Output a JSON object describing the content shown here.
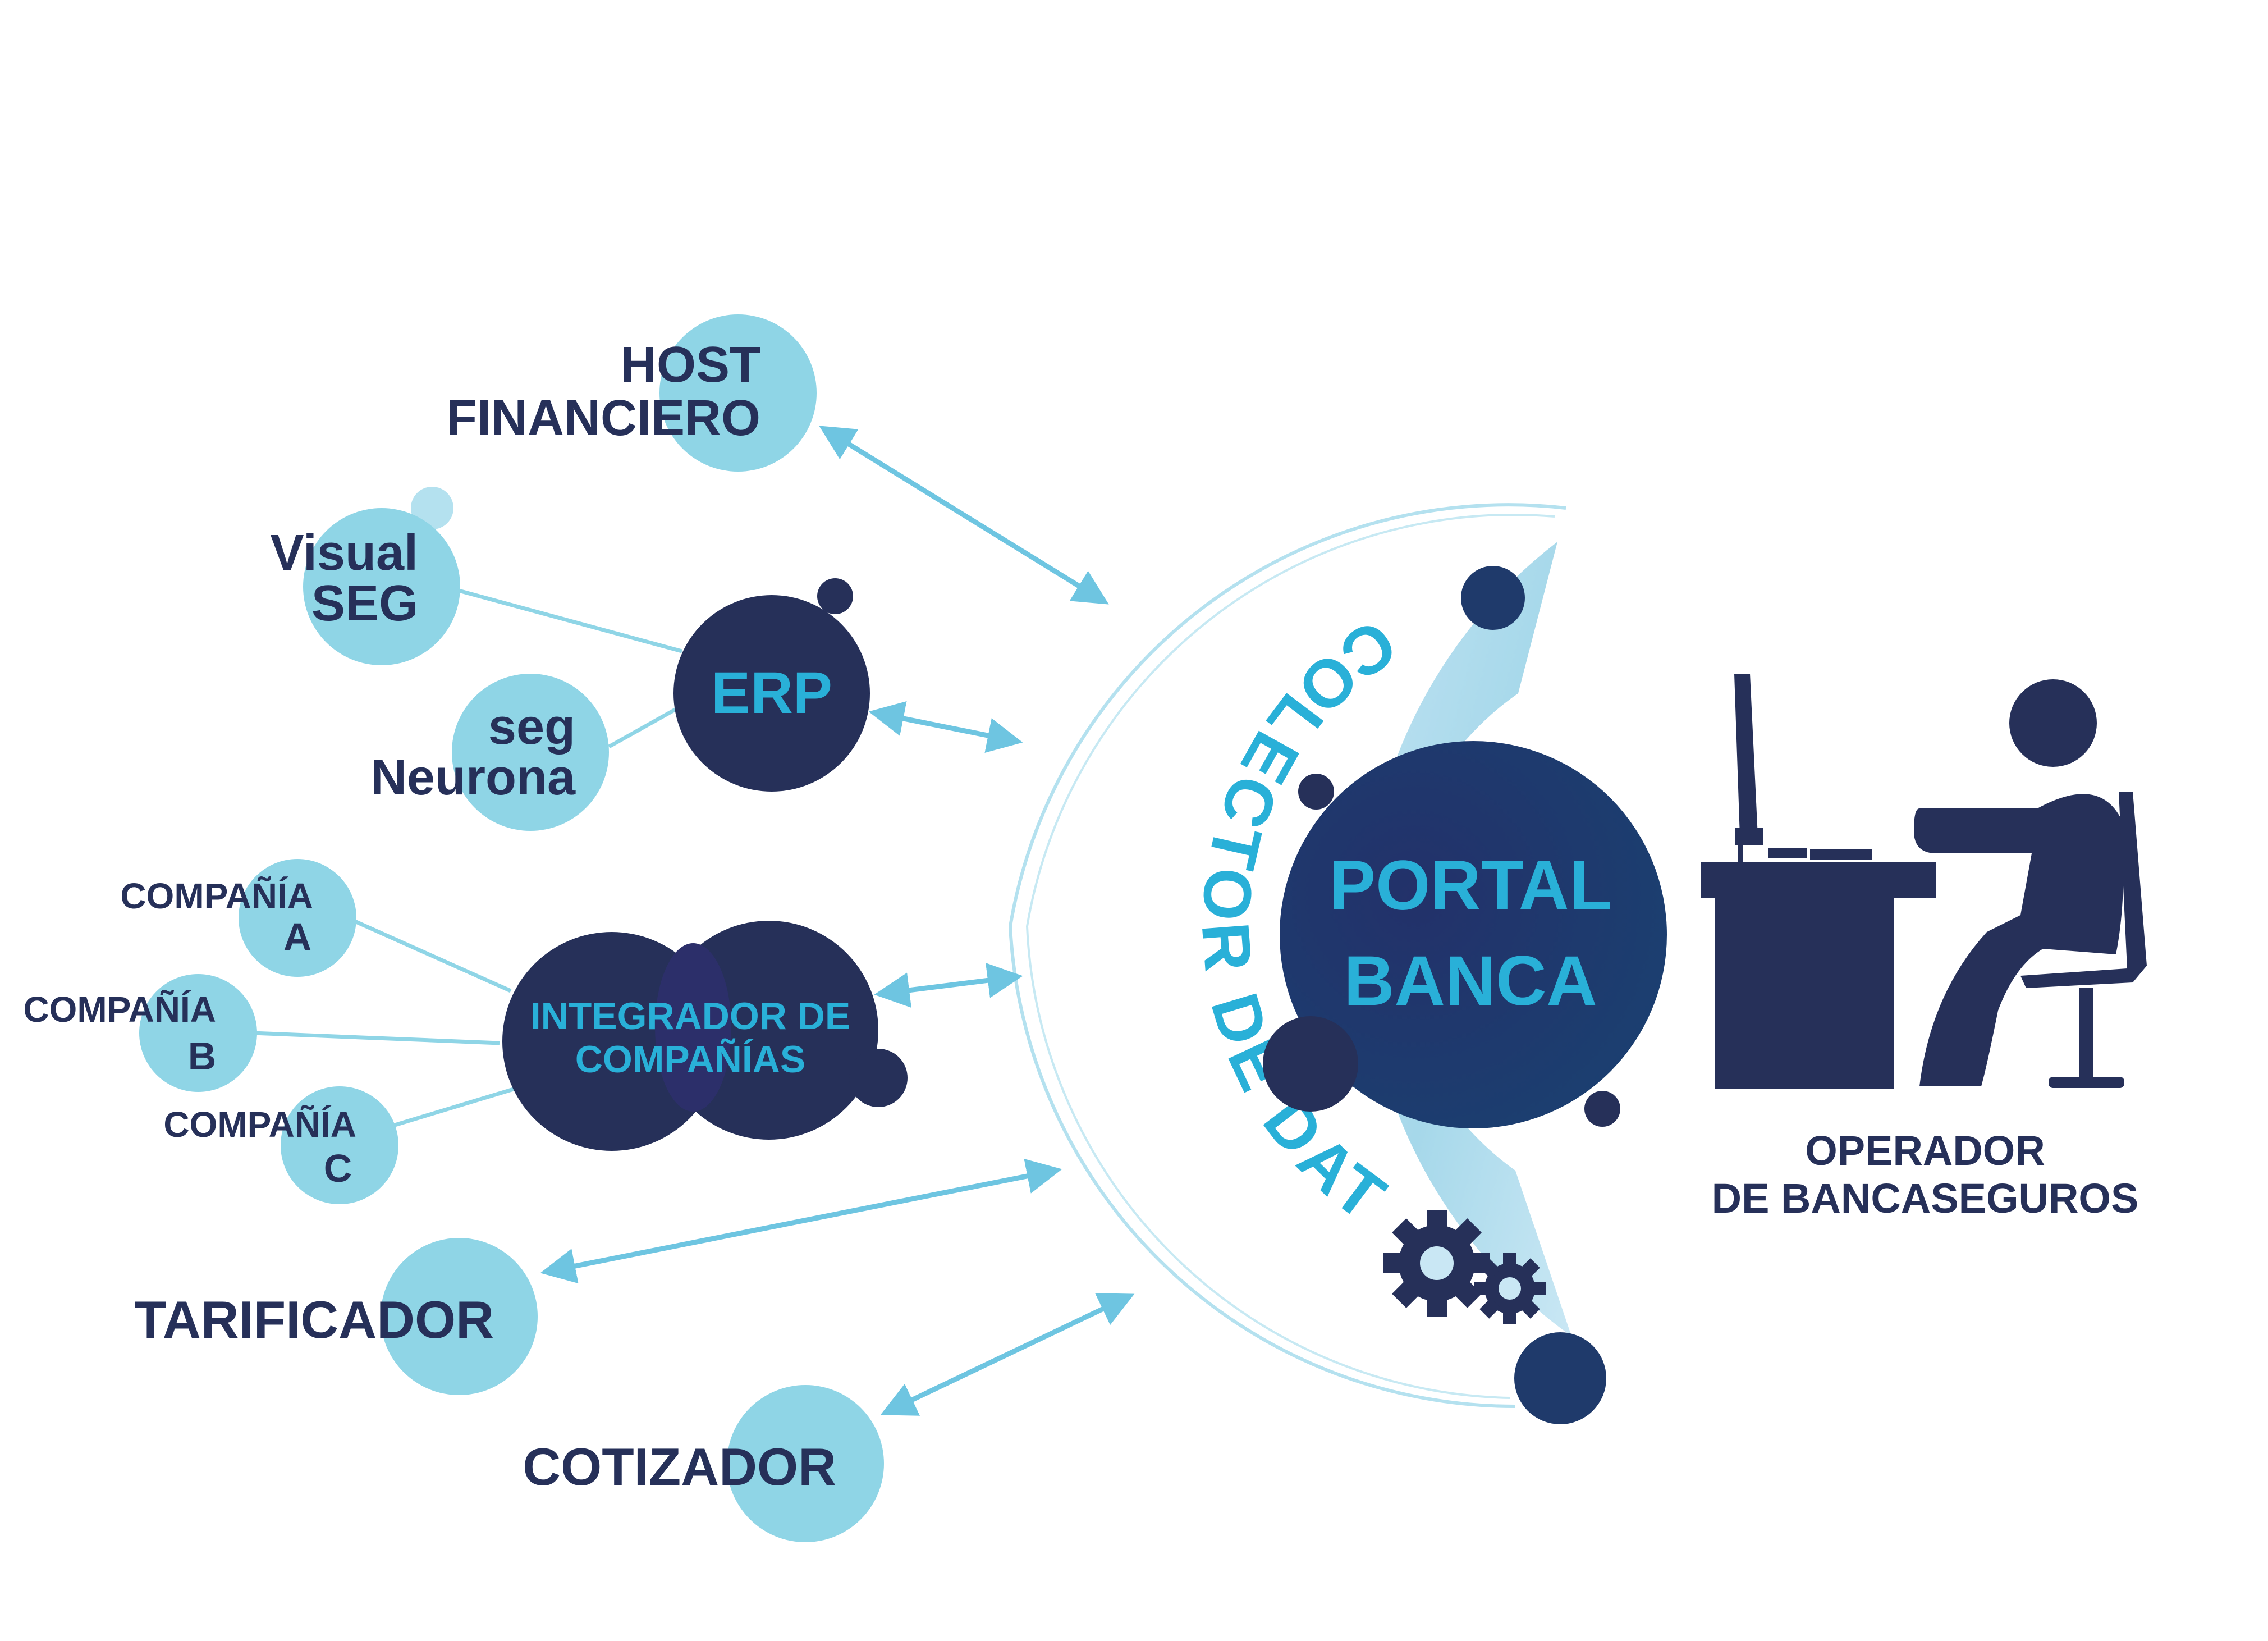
{
  "colors": {
    "light": "#8fd5e6",
    "dark": "#263059",
    "navy": "#1f3a6b",
    "accent": "#29b0d8",
    "arrow": "#6ec5e1",
    "ring": "#b4e1ef",
    "arc_gradient_start": "#b3dbef",
    "arc_gradient_end": "#c9e7f4"
  },
  "nodes": {
    "host_financiero": {
      "line1": "HOST",
      "line2": "FINANCIERO"
    },
    "visual_seg": {
      "line1": "Visual",
      "line2": "SEG"
    },
    "seg_neurona": {
      "line1": "seg",
      "line2": "Neurona"
    },
    "erp": {
      "label": "ERP"
    },
    "compania_a": {
      "line1": "COMPAÑÍA",
      "line2": "A"
    },
    "compania_b": {
      "line1": "COMPAÑÍA",
      "line2": "B"
    },
    "compania_c": {
      "line1": "COMPAÑÍA",
      "line2": "C"
    },
    "integrador": {
      "line1": "INTEGRADOR DE",
      "line2": "COMPAÑÍAS"
    },
    "tarificador": {
      "label": "TARIFICADOR"
    },
    "cotizador": {
      "label": "COTIZADOR"
    }
  },
  "collector": {
    "label": "COLECTOR DE DATOS",
    "icon": "gears-icon"
  },
  "portal": {
    "line1": "PORTAL",
    "line2": "BANCA"
  },
  "operator": {
    "line1": "OPERADOR",
    "line2": "DE BANCASEGUROS",
    "icon": "operator-at-desk-icon"
  }
}
